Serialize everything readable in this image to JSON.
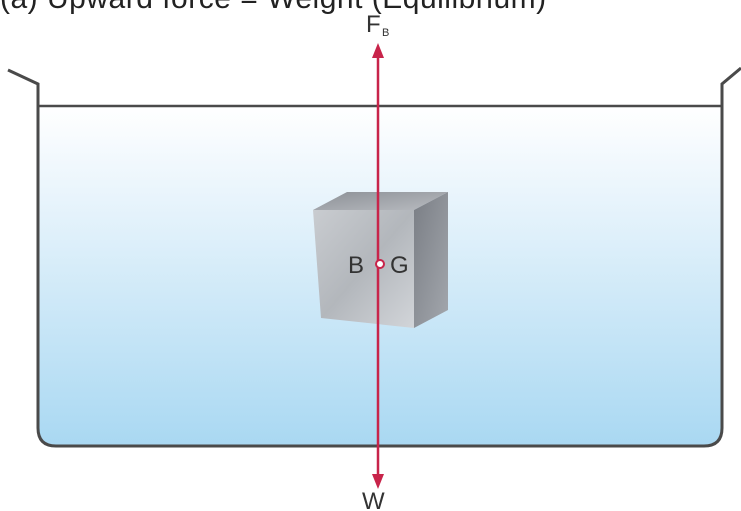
{
  "caption": "(a) Upward force = Weight (Equilibrium)",
  "labels": {
    "buoyant_force": "F",
    "buoyant_subscript": "B",
    "weight": "W",
    "centre_of_buoyancy": "B",
    "centre_of_gravity": "G"
  },
  "colors": {
    "water_top": "#ffffff",
    "water_bottom": "#a9d8f2",
    "tank_outline": "#4a4a4a",
    "force_arrow": "#c8244a",
    "cube_light": "#cfd2d6",
    "cube_mid": "#a9adb2",
    "cube_dark": "#7c8087"
  }
}
